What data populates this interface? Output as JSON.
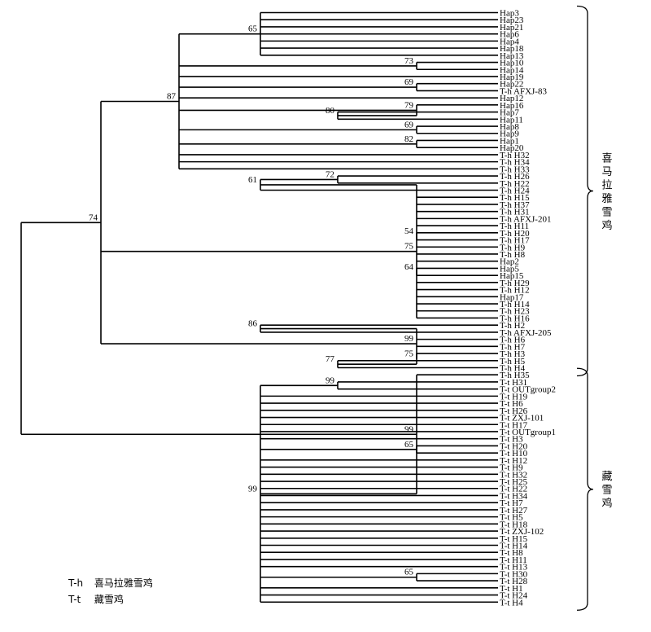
{
  "tips": [
    "Hap3",
    "Hap23",
    "Hap21",
    "Hap6",
    "Hap4",
    "Hap18",
    "Hap13",
    "Hap10",
    "Hap14",
    "Hap19",
    "Hap22",
    "T-h AFXJ-83",
    "Hap12",
    "Hap16",
    "Hap7",
    "Hap11",
    "Hap8",
    "Hap9",
    "Hap1",
    "Hap20",
    "T-h H32",
    "T-h H34",
    "T-h H33",
    "T-h H26",
    "T-h H22",
    "T-h H24",
    "T-h H15",
    "T-h H37",
    "T-h H31",
    "T-h AFXJ-201",
    "T-h H11",
    "T-h H20",
    "T-h H17",
    "T-h H9",
    "T-h H8",
    "Hap2",
    "Hap5",
    "Hap15",
    "T-h H29",
    "T-h H12",
    "Hap17",
    "T-h H14",
    "T-h H23",
    "T-h H16",
    "T-h H2",
    "T-h AFXJ-205",
    "T-h H6",
    "T-h H7",
    "T-h H3",
    "T-h H5",
    "T-h H4",
    "T-h H35",
    "T-t H31",
    "T-t OUTgroup2",
    "T-t H19",
    "T-t H6",
    "T-t H26",
    "T-t ZXJ-101",
    "T-t H17",
    "T-t OUTgroup1",
    "T-t H3",
    "T-t H20",
    "T-t H10",
    "T-t H12",
    "T-t H9",
    "T-t H32",
    "T-t H25",
    "T-t H22",
    "T-t H34",
    "T-t H7",
    "T-t H27",
    "T-t H5",
    "T-t H18",
    "T-t ZXJ-102",
    "T-t H15",
    "T-t H14",
    "T-t H8",
    "T-t H11",
    "T-t H13",
    "T-t H30",
    "T-t H28",
    "T-t H1",
    "T-t H24",
    "T-t H4"
  ],
  "tree": {
    "children": [
      {
        "support": "74",
        "children": [
          {
            "support": "87",
            "children": [
              {
                "support": "65",
                "tips": [
                  0,
                  1,
                  2,
                  3,
                  4,
                  5,
                  6
                ]
              },
              {
                "support": "73",
                "tips": [
                  7,
                  8
                ]
              },
              {
                "tip": 9
              },
              {
                "support": "69",
                "tips": [
                  10,
                  11
                ]
              },
              {
                "tip": 12
              },
              {
                "support": "79",
                "children": [
                  {
                    "tip": 13
                  },
                  {
                    "support": "80",
                    "tips": [
                      14,
                      15
                    ]
                  }
                ]
              },
              {
                "support": "69",
                "tips": [
                  16,
                  17
                ]
              },
              {
                "support": "82",
                "tips": [
                  18,
                  19
                ]
              },
              {
                "tip": 20
              },
              {
                "tip": 21
              },
              {
                "tip": 22
              }
            ]
          },
          {
            "support": "75",
            "children": [
              {
                "support": "61",
                "children": [
                  {
                    "support": "72",
                    "tips": [
                      23,
                      24
                    ]
                  },
                  {
                    "tip": 25
                  }
                ]
              },
              {
                "tip": 26
              },
              {
                "tip": 27
              },
              {
                "tip": 28
              },
              {
                "tip": 29
              },
              {
                "tip": 30
              },
              {
                "support": "54",
                "tips": [
                  31,
                  32
                ]
              },
              {
                "tip": 33
              },
              {
                "tip": 34
              },
              {
                "tip": 35
              },
              {
                "support": "64",
                "tips": [
                  36,
                  37
                ]
              },
              {
                "tip": 38
              },
              {
                "tip": 39
              },
              {
                "tip": 40
              },
              {
                "tip": 41
              },
              {
                "tip": 42
              },
              {
                "tip": 43
              }
            ]
          },
          {
            "support": "99",
            "children": [
              {
                "support": "86",
                "tips": [
                  44,
                  45
                ]
              },
              {
                "tip": 46
              },
              {
                "tip": 47
              },
              {
                "support": "75",
                "children": [
                  {
                    "tip": 48
                  },
                  {
                    "support": "77",
                    "tips": [
                      49,
                      50
                    ]
                  }
                ]
              }
            ]
          }
        ]
      },
      {
        "support": "99",
        "children": [
          {
            "tip": 51
          },
          {
            "support": "99",
            "children": [
              {
                "support": "99",
                "tips": [
                  52,
                  53
                ]
              },
              {
                "tip": 54
              },
              {
                "tip": 55
              },
              {
                "tip": 56
              },
              {
                "tip": 57
              },
              {
                "tip": 58
              },
              {
                "tip": 59
              },
              {
                "tip": 60
              },
              {
                "support": "65",
                "tips": [
                  61,
                  62
                ]
              },
              {
                "tip": 63
              },
              {
                "tip": 64
              },
              {
                "tip": 65
              },
              {
                "tip": 66
              },
              {
                "tip": 67
              },
              {
                "tip": 68
              },
              {
                "tip": 69
              },
              {
                "tip": 70
              },
              {
                "tip": 71
              },
              {
                "tip": 72
              },
              {
                "tip": 73
              },
              {
                "tip": 74
              },
              {
                "tip": 75
              },
              {
                "tip": 76
              },
              {
                "tip": 77
              },
              {
                "tip": 78
              },
              {
                "support": "65",
                "tips": [
                  79,
                  80
                ]
              },
              {
                "tip": 81
              },
              {
                "tip": 82
              },
              {
                "tip": 83
              }
            ]
          }
        ]
      }
    ]
  },
  "clade_labels": [
    {
      "text": "喜马拉雅雪鸡",
      "first_tip": 0,
      "last_tip": 50
    },
    {
      "text": "藏雪鸡",
      "first_tip": 51,
      "last_tip": 83
    }
  ],
  "legend": [
    {
      "abbr": "T-h",
      "name": "喜马拉雅雪鸡"
    },
    {
      "abbr": "T-t",
      "name": "藏雪鸡"
    }
  ]
}
